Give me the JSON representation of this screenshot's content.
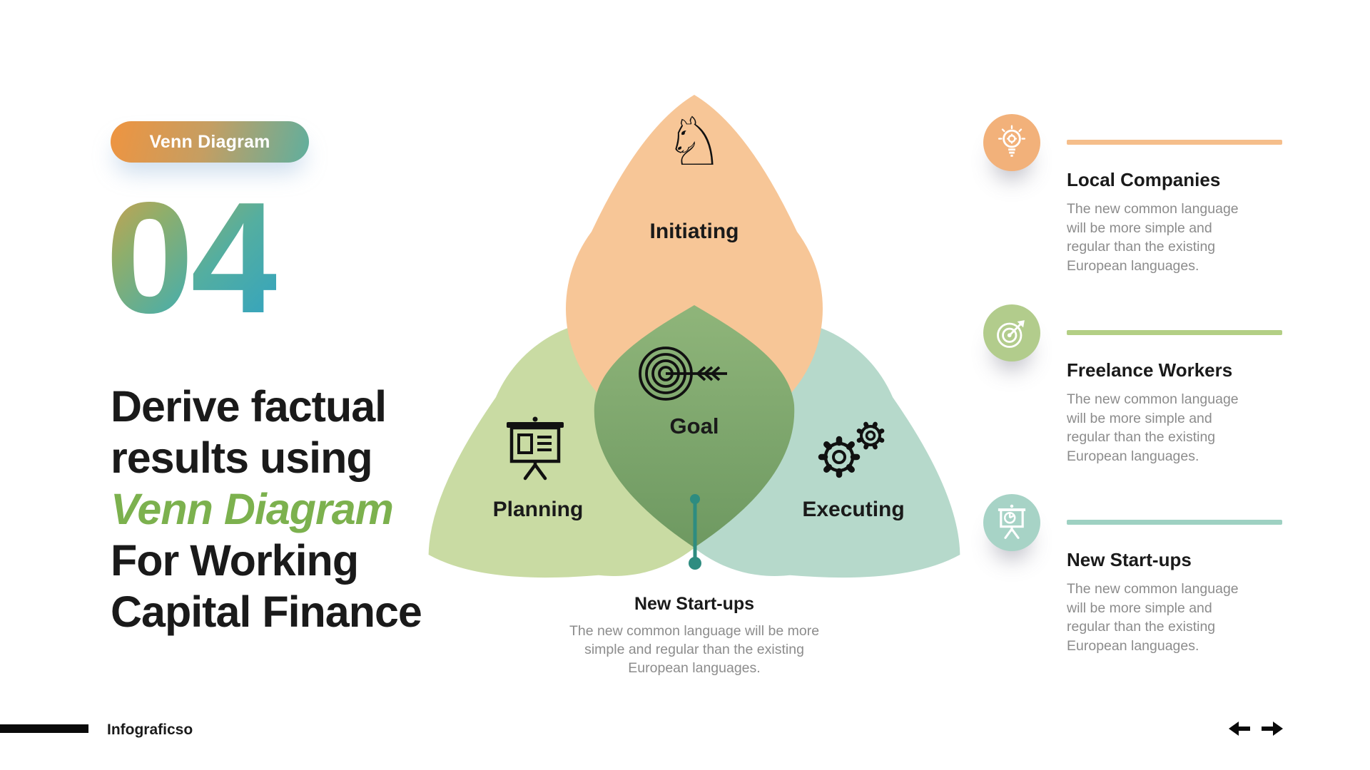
{
  "badge": {
    "label": "Venn Diagram"
  },
  "page_number": "04",
  "title": {
    "line1": "Derive factual",
    "line2": "results using",
    "highlight": "Venn Diagram",
    "line3": "For Working",
    "line4": "Capital Finance"
  },
  "venn": {
    "petals": [
      {
        "id": "initiating",
        "label": "Initiating",
        "color": "#F7C697",
        "icon": "chess-knight-icon",
        "position": "top"
      },
      {
        "id": "planning",
        "label": "Planning",
        "color": "#C9DBA3",
        "icon": "presentation-board-icon",
        "position": "bottom-left"
      },
      {
        "id": "executing",
        "label": "Executing",
        "color": "#B6D9CB",
        "icon": "gears-icon",
        "position": "bottom-right"
      }
    ],
    "center": {
      "label": "Goal",
      "color_top": "#8FB57A",
      "color_bottom": "#6E9961",
      "icon": "target-arrow-icon"
    },
    "connector_color": "#2E8C80",
    "callout": {
      "title": "New Start-ups",
      "description": "The new common language will be more simple and regular than the existing European languages."
    }
  },
  "right_items": [
    {
      "title": "Local Companies",
      "description": "The new common language will be more simple and regular than the existing European languages.",
      "icon": "idea-bulb-gear-icon",
      "accent": "#F2B17A",
      "line_color": "#F5BE8B"
    },
    {
      "title": "Freelance Workers",
      "description": "The new common language will be more simple and regular than the existing European languages.",
      "icon": "target-arrow-icon",
      "accent": "#B2CC8C",
      "line_color": "#B3CF85"
    },
    {
      "title": "New Start-ups",
      "description": "The new common language will be more simple and regular than the existing European languages.",
      "icon": "presentation-pie-icon",
      "accent": "#A7D3C6",
      "line_color": "#9ED1C2"
    }
  ],
  "footer": {
    "brand": "Infograficso"
  },
  "colors": {
    "badge_gradient": [
      "#EF9440",
      "#5FAF9E"
    ],
    "number_gradient": [
      "#D99C49",
      "#54AEA0",
      "#2EA2C5"
    ],
    "title_highlight": "#7CB14E",
    "body_gray": "#8C8C8C"
  }
}
